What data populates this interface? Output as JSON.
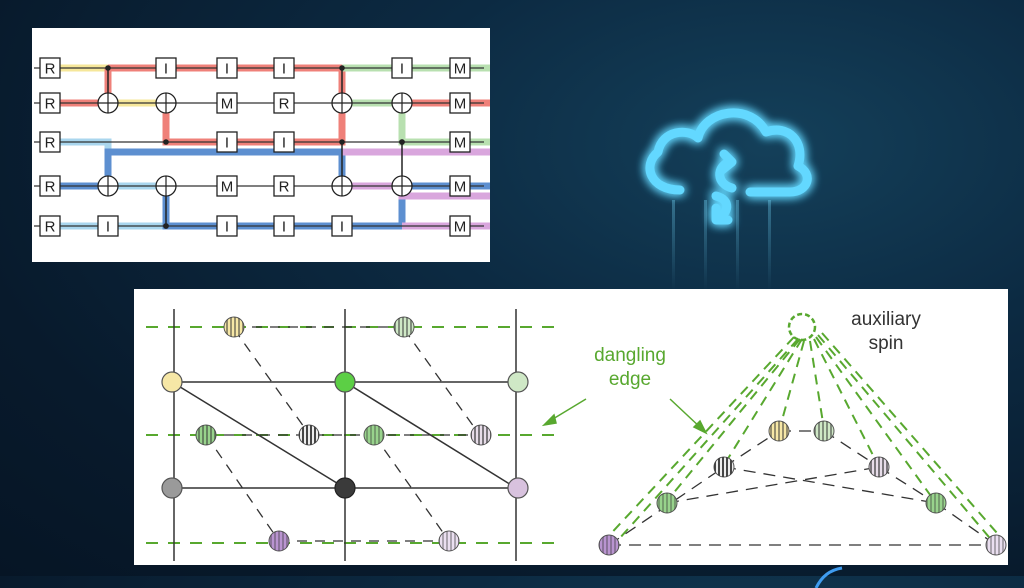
{
  "circuit": {
    "rows": [
      {
        "start": "R",
        "gates": [
          "I",
          "I",
          "I",
          "I"
        ],
        "end": "M"
      },
      {
        "start": "R",
        "gates": [
          "M",
          "R"
        ],
        "end": "M"
      },
      {
        "start": "R",
        "gates": [
          "I",
          "I"
        ],
        "end": "M"
      },
      {
        "start": "R",
        "gates": [
          "M",
          "R"
        ],
        "end": "M"
      },
      {
        "start": "R",
        "gates": [
          "I",
          "I",
          "I",
          "I"
        ],
        "end": "M"
      }
    ],
    "path_colors": {
      "yellow": "#f6e79a",
      "red": "#ef8079",
      "green": "#b8e0b0",
      "light_blue": "#a9d6ee",
      "dark_blue": "#5d8fd0",
      "purple": "#d9a6dd"
    }
  },
  "lattice": {
    "dangling_label_line1": "dangling",
    "dangling_label_line2": "edge",
    "aux_label_line1": "auxiliary",
    "aux_label_line2": "spin",
    "label_color": "#58a82f",
    "node_colors": {
      "yellow": "#f6e7a6",
      "green": "#98d38c",
      "bright_green": "#5ccf45",
      "light_green": "#cfe8c6",
      "gray": "#9a9a9a",
      "dark": "#3a3a3a",
      "lilac": "#d8c2de",
      "purple": "#b994d0"
    }
  },
  "cloud": {
    "icon": "cloud-sync-icon",
    "color": "#63d8ff"
  }
}
